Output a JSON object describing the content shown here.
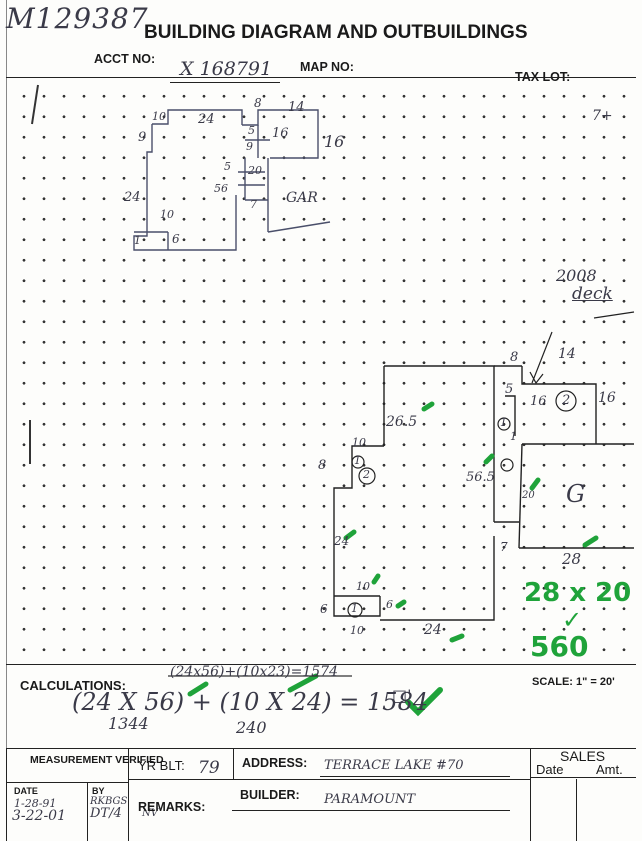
{
  "header": {
    "doc_id": "M129387",
    "title": "BUILDING DIAGRAM AND OUTBUILDINGS",
    "acct_label": "ACCT NO:",
    "acct_value": "X 168791",
    "map_label": "MAP NO:",
    "tax_label": "TAX LOT:"
  },
  "sketch_small": {
    "n10a": "10",
    "n24a": "24",
    "n9a": "9",
    "n8a": "8",
    "n14a": "14",
    "n5a": "5",
    "n16a": "16",
    "n16b": "16",
    "n9b": "9",
    "n5b": "5",
    "n56": "56",
    "n20": "20",
    "n7a": "7",
    "gar": "GAR",
    "n24b": "24",
    "n10b": "10",
    "n6a": "6",
    "n1": "1",
    "n7b": "7+"
  },
  "sketch_large": {
    "deck_year": "2008",
    "deck_label": "deck",
    "n8top": "8",
    "n14": "14",
    "n5": "5",
    "n16a": "16",
    "c2": "2",
    "n16b": "16",
    "n265": "26.5",
    "c1a": "1",
    "c1b": "1",
    "n10top": "10",
    "n8left": "8",
    "c1c": "1",
    "c2b": "2",
    "n565": "56.5",
    "n20": "20",
    "g": "G",
    "n24": "24",
    "n7": "7",
    "n28": "28",
    "n10mid": "10",
    "n6left": "6",
    "c1d": "1",
    "n6": "6",
    "n10bot": "10",
    "n24bot": "24"
  },
  "green_notes": {
    "calc": "28 x 20",
    "check": "✓",
    "area": "560"
  },
  "calculations": {
    "label": "CALCULATIONS:",
    "struck": "(24x56)+(10x23)=1574",
    "formula": "(24 X 56) + (10 X 24) = 1584",
    "unit": "□'",
    "sub1": "1344",
    "sub2": "240",
    "check": "✓",
    "scale": "SCALE: 1\" = 20'"
  },
  "footer": {
    "measurement_label": "MEASUREMENT VERIFIED",
    "date_label": "DATE",
    "date1": "1-28-91",
    "date2": "3-22-01",
    "by_label": "BY",
    "by1": "RKBGS",
    "by2": "DT/4",
    "by3": "NV",
    "yr_label": "YR BLT:",
    "yr_value": "79",
    "address_label": "ADDRESS:",
    "address_value": "TERRACE LAKE #70",
    "builder_label": "BUILDER:",
    "builder_value": "PARAMOUNT",
    "remarks_label": "REMARKS:",
    "sales_label": "SALES",
    "sales_date": "Date",
    "sales_amt": "Amt."
  }
}
